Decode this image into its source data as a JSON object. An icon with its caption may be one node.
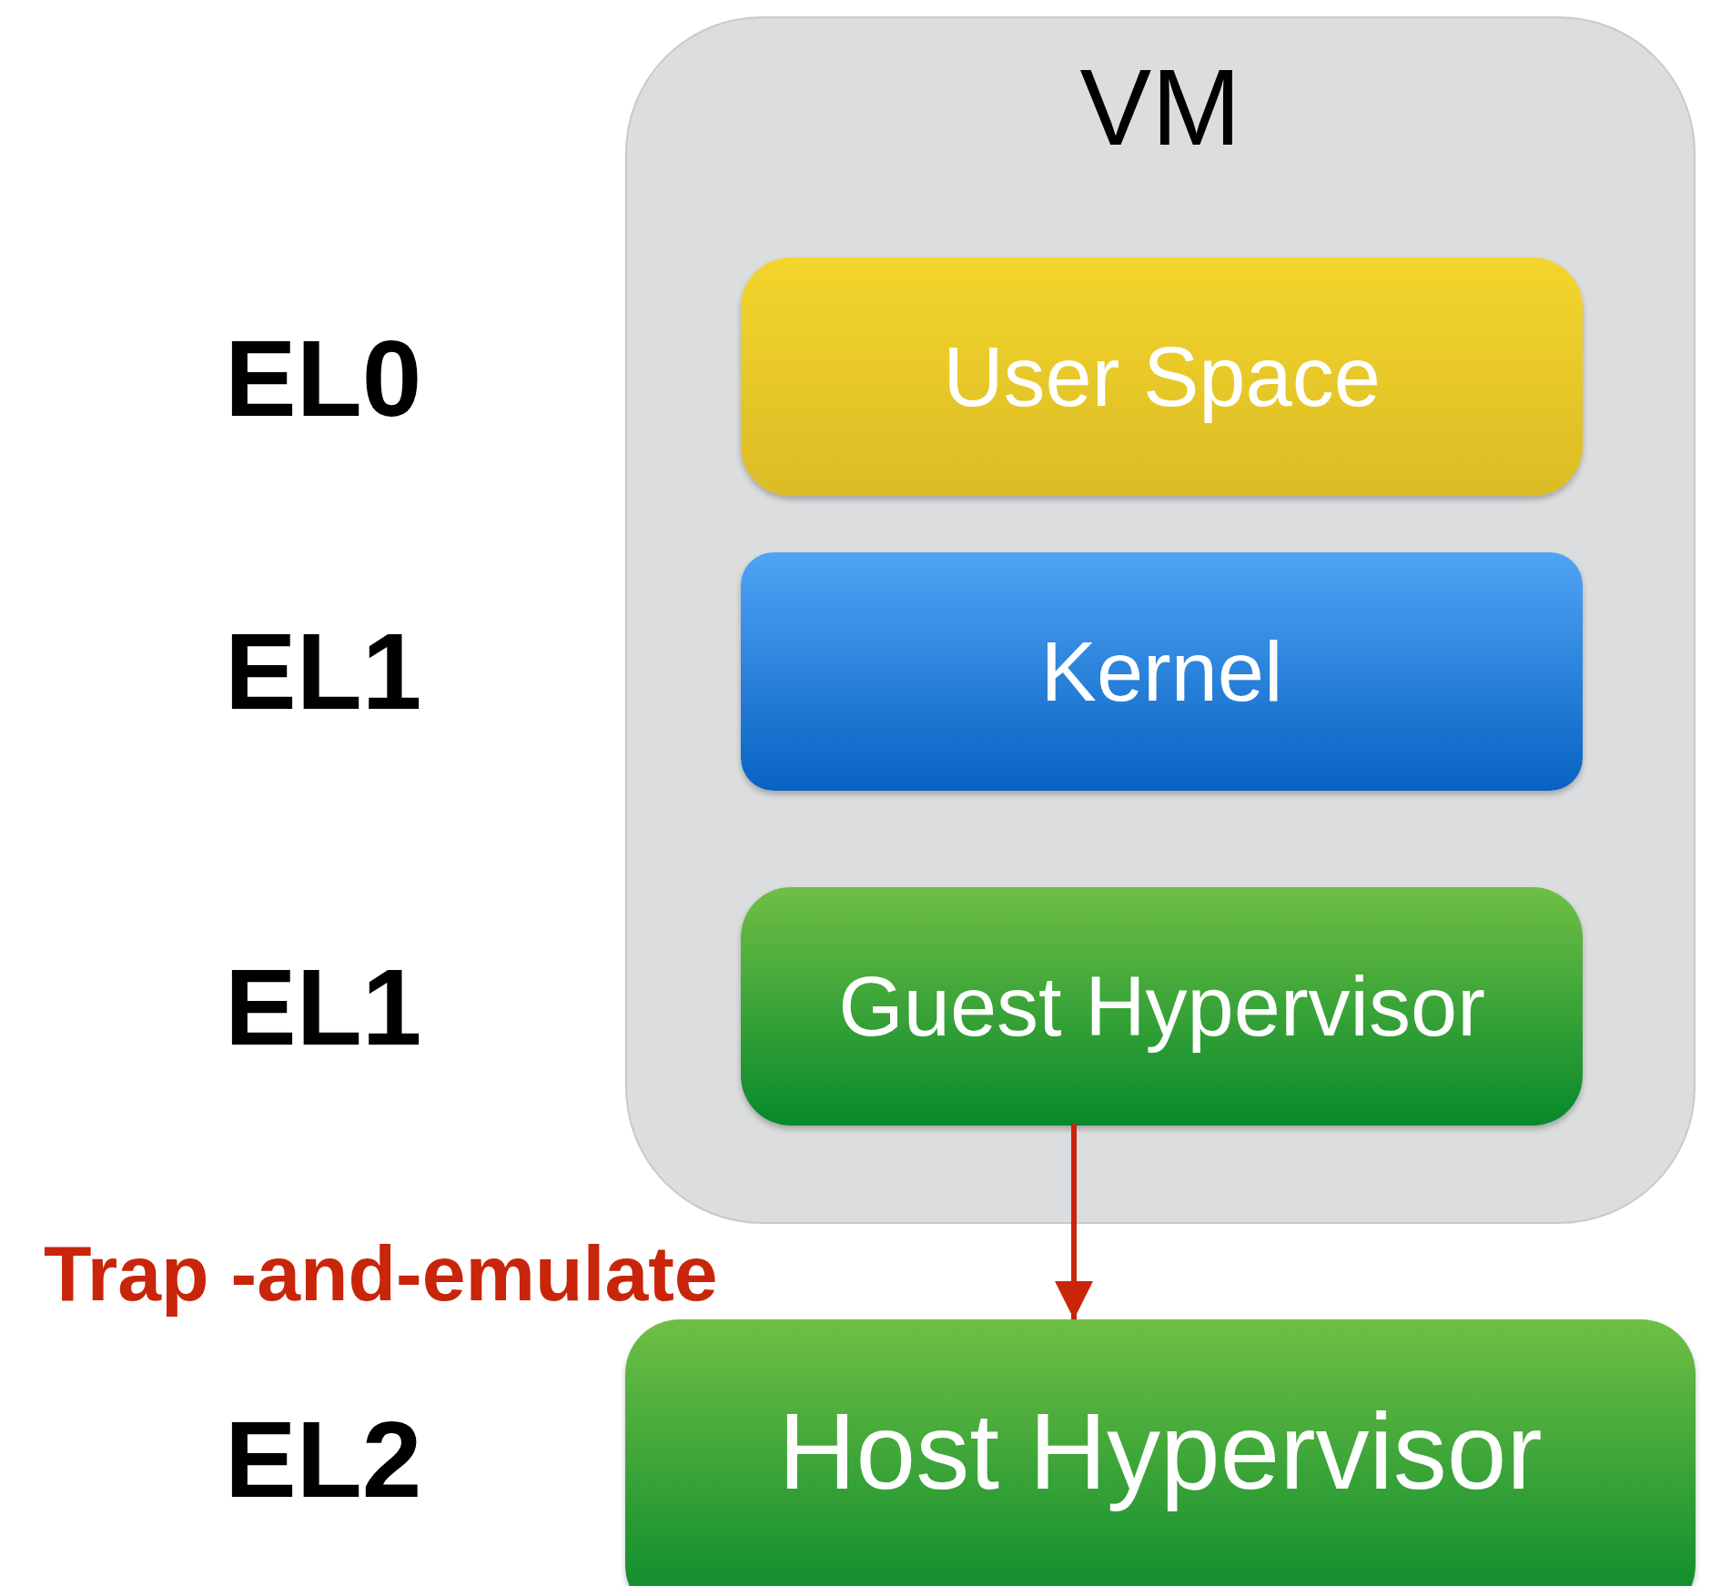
{
  "diagram": {
    "nodes": [
      {
        "text": [
          "VM"
        ]
      },
      {
        "text": [
          "User Space"
        ],
        "in": 0
      },
      {
        "text": [
          "Kernel"
        ],
        "in": 0
      },
      {
        "text": [
          "Guest Hypervisor"
        ],
        "in": 0
      },
      {
        "text": [
          "Host Hypervisor"
        ]
      }
    ],
    "edges": [
      {
        "from": 3,
        "to": 4,
        "arrow": "to",
        "label": "Trap -and-emulate",
        "color": "#c8250a"
      }
    ],
    "labels": [
      "EL0",
      "EL1",
      "EL1",
      "EL2"
    ]
  }
}
